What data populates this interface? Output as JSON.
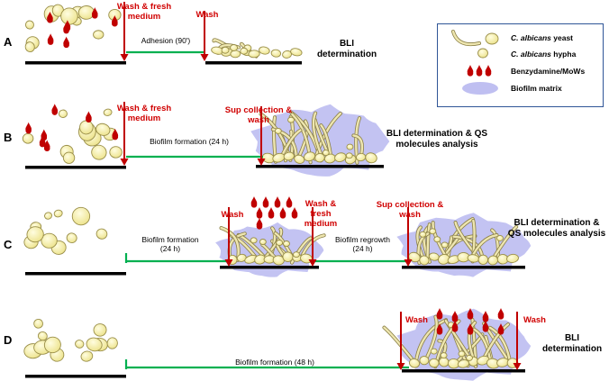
{
  "rows": [
    {
      "id": "A",
      "steps": [
        "Wash & fresh medium",
        "Wash"
      ],
      "phase": "Adhesion (90')",
      "result": "BLI determination"
    },
    {
      "id": "B",
      "steps": [
        "Wash & fresh medium",
        "Sup collection & wash"
      ],
      "phase": "Biofilm formation (24 h)",
      "result": "BLI determination & QS molecules analysis"
    },
    {
      "id": "C",
      "steps": [
        "Wash",
        "Wash & fresh medium",
        "Sup collection & wash"
      ],
      "phases": [
        "Biofilm formation (24 h)",
        "Biofilm regrowth (24 h)"
      ],
      "result": "BLI determination & QS molecules analysis"
    },
    {
      "id": "D",
      "steps": [
        "Wash",
        "Wash"
      ],
      "phase": "Biofilm formation (48 h)",
      "result": "BLI determination"
    }
  ],
  "legend": {
    "yeast": {
      "species": "C. albicans",
      "form": "yeast"
    },
    "hypha": {
      "species": "C. albicans",
      "form": "hypha"
    },
    "treatment": "Benzydamine/MoWs",
    "matrix": "Biofilm matrix"
  },
  "colors": {
    "arrow_red": "#c00000",
    "label_red": "#d00000",
    "timeline_green": "#00b050",
    "cell_fill": "#f5f0a0",
    "cell_stroke": "#9a8f4a",
    "matrix": "#b8b8f0",
    "legend_border": "#2f5597",
    "drop": "#c00000"
  }
}
